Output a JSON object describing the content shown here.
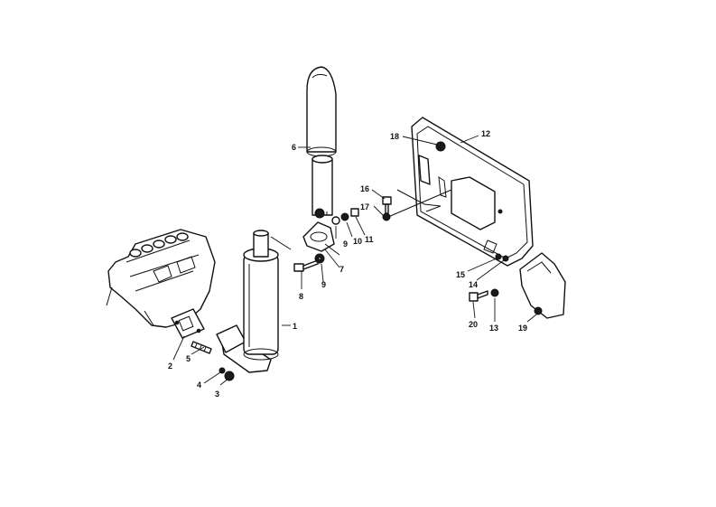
{
  "callouts": [
    {
      "id": "muffler",
      "label": "1"
    },
    {
      "id": "flange-gasket",
      "label": "2"
    },
    {
      "id": "nut-3",
      "label": "3"
    },
    {
      "id": "washer-4",
      "label": "4"
    },
    {
      "id": "stud-5",
      "label": "5"
    },
    {
      "id": "tail-pipe",
      "label": "6"
    },
    {
      "id": "bracket-7",
      "label": "7"
    },
    {
      "id": "bolt-8",
      "label": "8"
    },
    {
      "id": "washer-9a",
      "label": "9"
    },
    {
      "id": "washer-9b",
      "label": "9"
    },
    {
      "id": "washer-10",
      "label": "10"
    },
    {
      "id": "nut-11",
      "label": "11"
    },
    {
      "id": "heat-shield-12",
      "label": "12"
    },
    {
      "id": "nut-13",
      "label": "13"
    },
    {
      "id": "washer-14",
      "label": "14"
    },
    {
      "id": "washer-15",
      "label": "15"
    },
    {
      "id": "bolt-16",
      "label": "16"
    },
    {
      "id": "washer-17",
      "label": "17"
    },
    {
      "id": "grommet-18",
      "label": "18"
    },
    {
      "id": "plate-19",
      "label": "19"
    },
    {
      "id": "bolt-20",
      "label": "20"
    }
  ]
}
